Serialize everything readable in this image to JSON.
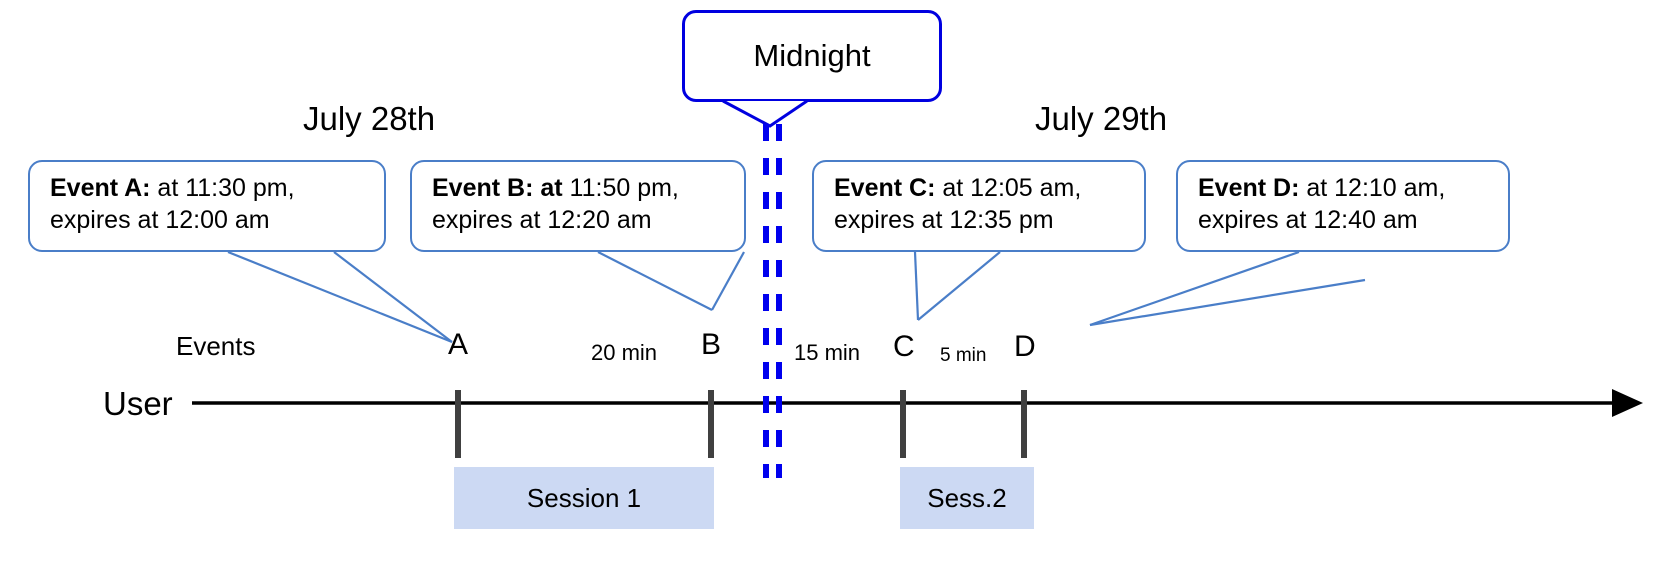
{
  "diagram": {
    "title_callout": {
      "label": "Midnight"
    },
    "dates": [
      {
        "id": "july-28",
        "label": "July 28th"
      },
      {
        "id": "july-29",
        "label": "July 29th"
      }
    ],
    "row_labels": {
      "events": "Events",
      "user": "User"
    },
    "events": [
      {
        "id": "event-a",
        "marker": "A",
        "title": "Event A:",
        "title_extra": "",
        "body_line1": " at 11:30 pm,",
        "body_line2": "expires at 12:00 am"
      },
      {
        "id": "event-b",
        "marker": "B",
        "title": "Event B:",
        "title_extra": " at",
        "body_line1": " 11:50 pm,",
        "body_line2": "expires at 12:20 am"
      },
      {
        "id": "event-c",
        "marker": "C",
        "title": "Event C:",
        "title_extra": "",
        "body_line1": " at 12:05 am,",
        "body_line2": "expires at 12:35 pm"
      },
      {
        "id": "event-d",
        "marker": "D",
        "title": "Event D:",
        "title_extra": "",
        "body_line1": "  at 12:10 am,",
        "body_line2": "expires at 12:40 am"
      }
    ],
    "intervals": [
      {
        "id": "a-to-b",
        "label": "20 min"
      },
      {
        "id": "b-to-c",
        "label": "15 min"
      },
      {
        "id": "c-to-d",
        "label": "5 min"
      }
    ],
    "sessions": [
      {
        "id": "session-1",
        "label": "Session 1"
      },
      {
        "id": "session-2",
        "label": "Sess.2"
      }
    ],
    "colors": {
      "callout_border": "#4a7ec8",
      "midnight_border": "#0000e0",
      "midnight_dash": "#0000ee",
      "session_fill": "#ccd9f3",
      "tick": "#404040",
      "axis": "#000000",
      "leader": "#4a7ec8"
    }
  }
}
